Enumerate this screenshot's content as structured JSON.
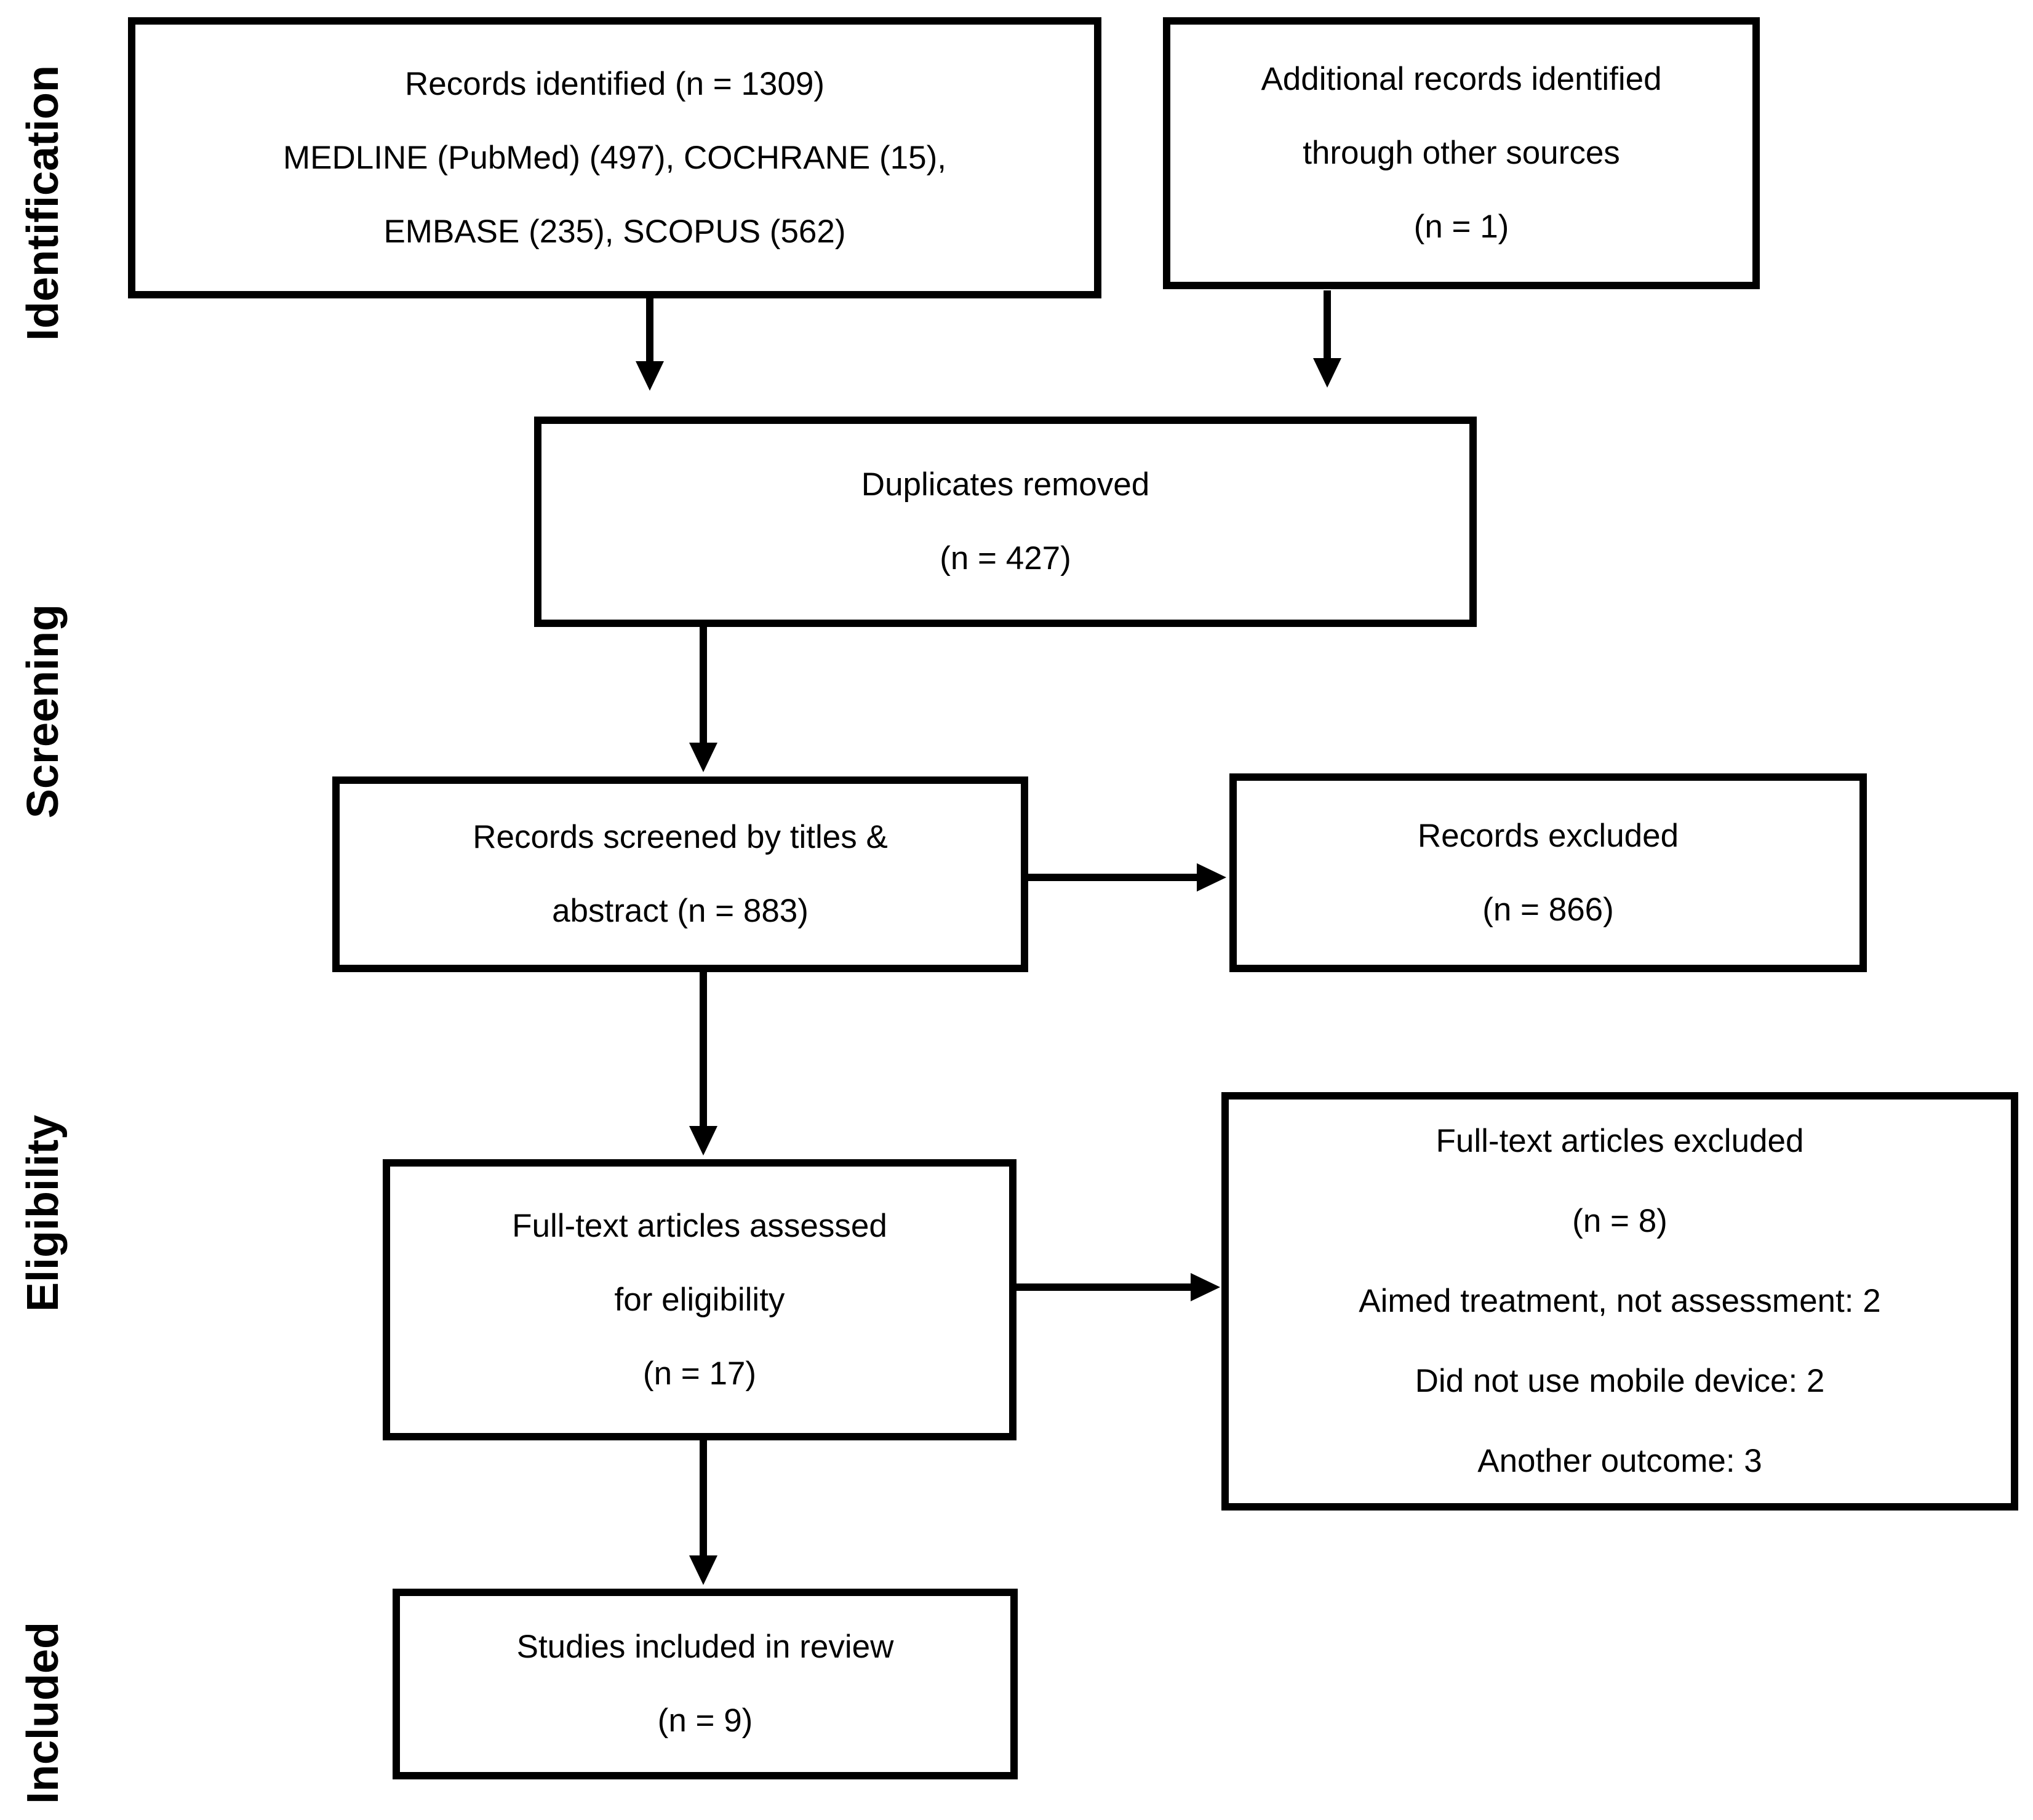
{
  "figure": {
    "stage_labels": [
      "Identification",
      "Screening",
      "Eligibility",
      "Included"
    ],
    "boxes": {
      "records_identified": {
        "lines": [
          "Records identified (n = 1309)",
          "MEDLINE (PubMed) (497), COCHRANE (15),",
          "EMBASE (235), SCOPUS (562)"
        ]
      },
      "additional_records": {
        "lines": [
          "Additional records identified",
          "through other sources",
          "(n = 1)"
        ]
      },
      "duplicates_removed": {
        "lines": [
          "Duplicates removed",
          "(n = 427)"
        ]
      },
      "records_screened": {
        "lines": [
          "Records screened by titles &",
          "abstract (n = 883)"
        ]
      },
      "records_excluded": {
        "lines": [
          "Records excluded",
          "(n = 866)"
        ]
      },
      "fulltext_assessed": {
        "lines": [
          "Full-text articles assessed",
          "for eligibility",
          "(n = 17)"
        ]
      },
      "fulltext_excluded": {
        "lines": [
          "Full-text articles excluded",
          "(n = 8)",
          "Aimed treatment, not assessment: 2",
          "Did not use mobile device: 2",
          "Another outcome: 3"
        ]
      },
      "studies_included": {
        "lines": [
          "Studies included in review",
          "(n = 9)"
        ]
      }
    },
    "colors": {
      "ink": "#000000",
      "background": "#ffffff"
    }
  }
}
